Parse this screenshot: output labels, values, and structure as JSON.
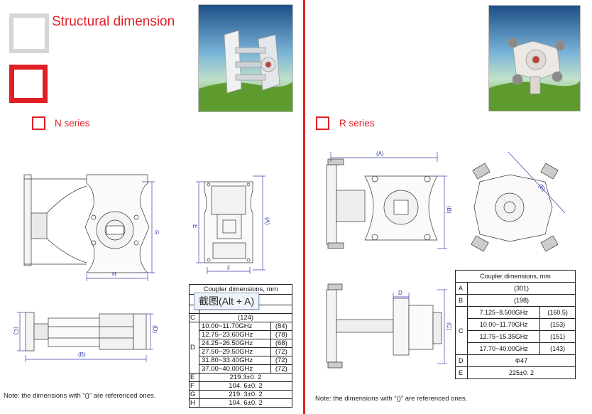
{
  "header": {
    "title": "Structural dimension"
  },
  "n_series": {
    "label": "N series",
    "dim_labels": {
      "H": "H",
      "G": "G",
      "E": "E",
      "A": "(A)",
      "F": "F",
      "C": "(C)",
      "B": "(B)",
      "D": "(D)"
    },
    "table": {
      "title": "Coupler dimensions, mm",
      "row_c": {
        "key": "C",
        "value": "(124)"
      },
      "row_d_key": "D",
      "d_rows": [
        {
          "freq": "10.00~11.70GHz",
          "val": "(84)"
        },
        {
          "freq": "12.75~23.60GHz",
          "val": "(78)"
        },
        {
          "freq": "24.25~26.50GHz",
          "val": "(68)"
        },
        {
          "freq": "27.50~29.50GHz",
          "val": "(72)"
        },
        {
          "freq": "31.80~33.40GHz",
          "val": "(72)"
        },
        {
          "freq": "37.00~40.00GHz",
          "val": "(72)"
        }
      ],
      "tail_rows": [
        {
          "key": "E",
          "value": "219.3±0. 2"
        },
        {
          "key": "F",
          "value": "104. 6±0. 2"
        },
        {
          "key": "G",
          "value": "219. 3±0. 2"
        },
        {
          "key": "H",
          "value": "104. 6±0. 2"
        }
      ]
    },
    "note": "Note: the dimensions with “()” are referenced ones."
  },
  "r_series": {
    "label": "R series",
    "dim_labels": {
      "A": "(A)",
      "B": "(B)",
      "E": "(E)",
      "D": "D",
      "C": "(C)"
    },
    "table": {
      "title": "Coupler dimensions, mm",
      "row_a": {
        "key": "A",
        "value": "(301)"
      },
      "row_b": {
        "key": "B",
        "value": "(198)"
      },
      "row_c_key": "C",
      "c_rows": [
        {
          "freq": "7.125~8.500GHz",
          "val": "(160.5)"
        },
        {
          "freq": "10.00~11.70GHz",
          "val": "(153)"
        },
        {
          "freq": "12.75~15.35GHz",
          "val": "(151)"
        },
        {
          "freq": "17.70~40.00GHz",
          "val": "(143)"
        }
      ],
      "row_d": {
        "key": "D",
        "value": "Φ47"
      },
      "row_e": {
        "key": "E",
        "value": "225±0. 2"
      }
    },
    "note": "Note: the dimensions with “()” are referenced ones."
  },
  "tooltip": {
    "text": "截图(Alt + A)"
  },
  "colors": {
    "accent": "#e01f26",
    "gray_square": "#d6d6d6",
    "dim_line": "#3b3fa8"
  }
}
